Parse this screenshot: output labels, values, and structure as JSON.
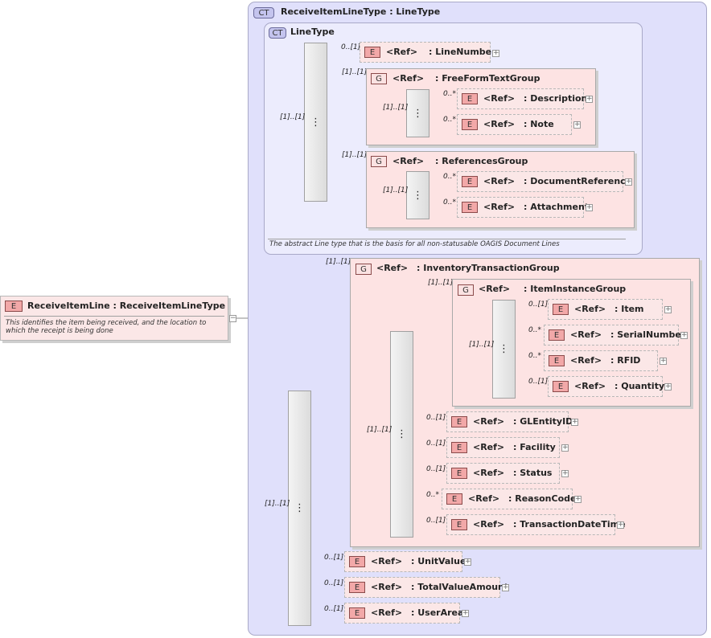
{
  "root": {
    "badge": "E",
    "title": "ReceiveItemLine : ReceiveItemLineType",
    "doc": "This identifies the item being received, and the location to which the receipt is being done"
  },
  "complex_type": {
    "badge": "CT",
    "title": "ReceiveItemLineType : LineType"
  },
  "line_type": {
    "badge": "CT",
    "title": "LineType",
    "doc": "The abstract Line type that is the basis for all non-statusable OAGIS Document Lines"
  },
  "ref_label": "<Ref>",
  "cards": {
    "line_seq": "[1]..[1]",
    "line_number": "0..[1]",
    "freeform": "[1]..[1]",
    "freeform_seq": "[1]..[1]",
    "description": "0..*",
    "note": "0..*",
    "references": "[1]..[1]",
    "references_seq": "[1]..[1]",
    "document_reference": "0..*",
    "attachment": "0..*",
    "main_seq": "[1]..[1]",
    "inventory": "[1]..[1]",
    "inventory_seq": "[1]..[1]",
    "item_instance": "[1]..[1]",
    "item_instance_seq": "[1]..[1]",
    "item": "0..[1]",
    "serial": "0..*",
    "rfid": "0..*",
    "quantity": "0..[1]",
    "gl": "0..[1]",
    "facility": "0..[1]",
    "status": "0..[1]",
    "reason": "0..*",
    "txn": "0..[1]",
    "unit_value": "0..[1]",
    "total_value": "0..[1]",
    "user_area": "0..[1]"
  },
  "elements": {
    "line_number": ": LineNumber",
    "freeform_group": ": FreeFormTextGroup",
    "description": ": Description",
    "note": ": Note",
    "references_group": ": ReferencesGroup",
    "document_reference": ": DocumentReference",
    "attachment": ": Attachment",
    "inventory_group": ": InventoryTransactionGroup",
    "item_instance_group": ": ItemInstanceGroup",
    "item": ": Item",
    "serial": ": SerialNumber",
    "rfid": ": RFID",
    "quantity": ": Quantity",
    "gl": ": GLEntityID",
    "facility": ": Facility",
    "status": ": Status",
    "reason": ": ReasonCode",
    "txn": ": TransactionDateTime",
    "unit_value": ": UnitValue",
    "total_value": ": TotalValueAmount",
    "user_area": ": UserArea"
  },
  "badges": {
    "element": "E",
    "group": "G"
  },
  "icons": {
    "expand": "plus-icon",
    "collapse": "minus-icon",
    "sequence": "sequence-icon"
  },
  "colors": {
    "complex_type_bg": "#e0e0fb",
    "element_bg": "#fbe7e7",
    "group_bg": "#fde3e3",
    "badge_e": "#f2a8a8"
  }
}
